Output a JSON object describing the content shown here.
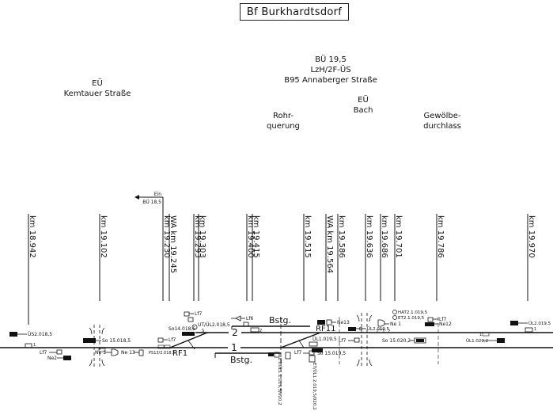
{
  "title": "Bf Burkhardtsdorf",
  "structures": [
    {
      "id": "eu-kemtauer",
      "lines": [
        "EÜ",
        "Kemtauer Straße"
      ]
    },
    {
      "id": "rohrquerung",
      "lines": [
        "Rohr-",
        "querung"
      ]
    },
    {
      "id": "bu-19-5",
      "lines": [
        "BÜ 19,5",
        "LzH/2F-ÜS",
        "B95 Annaberger Straße"
      ]
    },
    {
      "id": "eu-bach",
      "lines": [
        "EÜ",
        "Bach"
      ]
    },
    {
      "id": "gewoelbedurchlass",
      "lines": [
        "Gewölbe-",
        "durchlass"
      ]
    }
  ],
  "ein_marker": {
    "top": "Ein",
    "bottom": "BÜ 18,5"
  },
  "km_markers": [
    {
      "label": "km 18.942"
    },
    {
      "label": "km 19.102"
    },
    {
      "label": "km 19.230"
    },
    {
      "label": "WA km 19.245"
    },
    {
      "label": "km 19.293"
    },
    {
      "label": "km 19.303"
    },
    {
      "label": "km 19.400"
    },
    {
      "label": "km 19.415"
    },
    {
      "label": "km 19.515"
    },
    {
      "label": "WA km 19.564"
    },
    {
      "label": "km 19.586"
    },
    {
      "label": "km 19.636"
    },
    {
      "label": "km 19.686"
    },
    {
      "label": "km 19.701"
    },
    {
      "label": "km 19.786"
    },
    {
      "label": "km 19.970"
    }
  ],
  "tracks": {
    "track1": "1",
    "track2": "2",
    "platform_upper": "Bstg.",
    "platform_lower": "Bstg."
  },
  "switches": [
    "RF1",
    "RF11"
  ],
  "signals": {
    "us2": "ÜS2.018,5",
    "so15_0185": "So 15.018,5",
    "lf7_a": "Lf7",
    "ne2": "Ne2",
    "ne1_a": "Ne 1",
    "ne13_a": "Ne 13",
    "ps": "PS13/2.018,5",
    "lf7_b": "Lf7",
    "lf7_c": "Lf7",
    "so14": "So14.018,5",
    "ut_ul": "UT/ÜL2.018,5",
    "lf6": "Lf6",
    "ne13_b": "Ne13",
    "ul1": "ÜL1.019,5",
    "lf7_d": "Lf7",
    "so15_0195": "So 15.019,5",
    "et_ul1": "ET/ÜL1.1.019,5/020,2",
    "et_ul2": "ET/ÜL1.2.019,5/020,2",
    "ul2_0195": "ÜL2.019,5",
    "ne1_b": "Ne 1",
    "hat": "HAT2.1.019,5",
    "et2": "ET2.1.019,5",
    "lf7_e": "Lf7",
    "ne12": "Ne12",
    "lf7_f": "Lf7",
    "so15_0202": "So 15.020,2",
    "ul1_0202": "ÜL1.020,2",
    "ul2_0195_r": "ÜL2.019,5"
  }
}
